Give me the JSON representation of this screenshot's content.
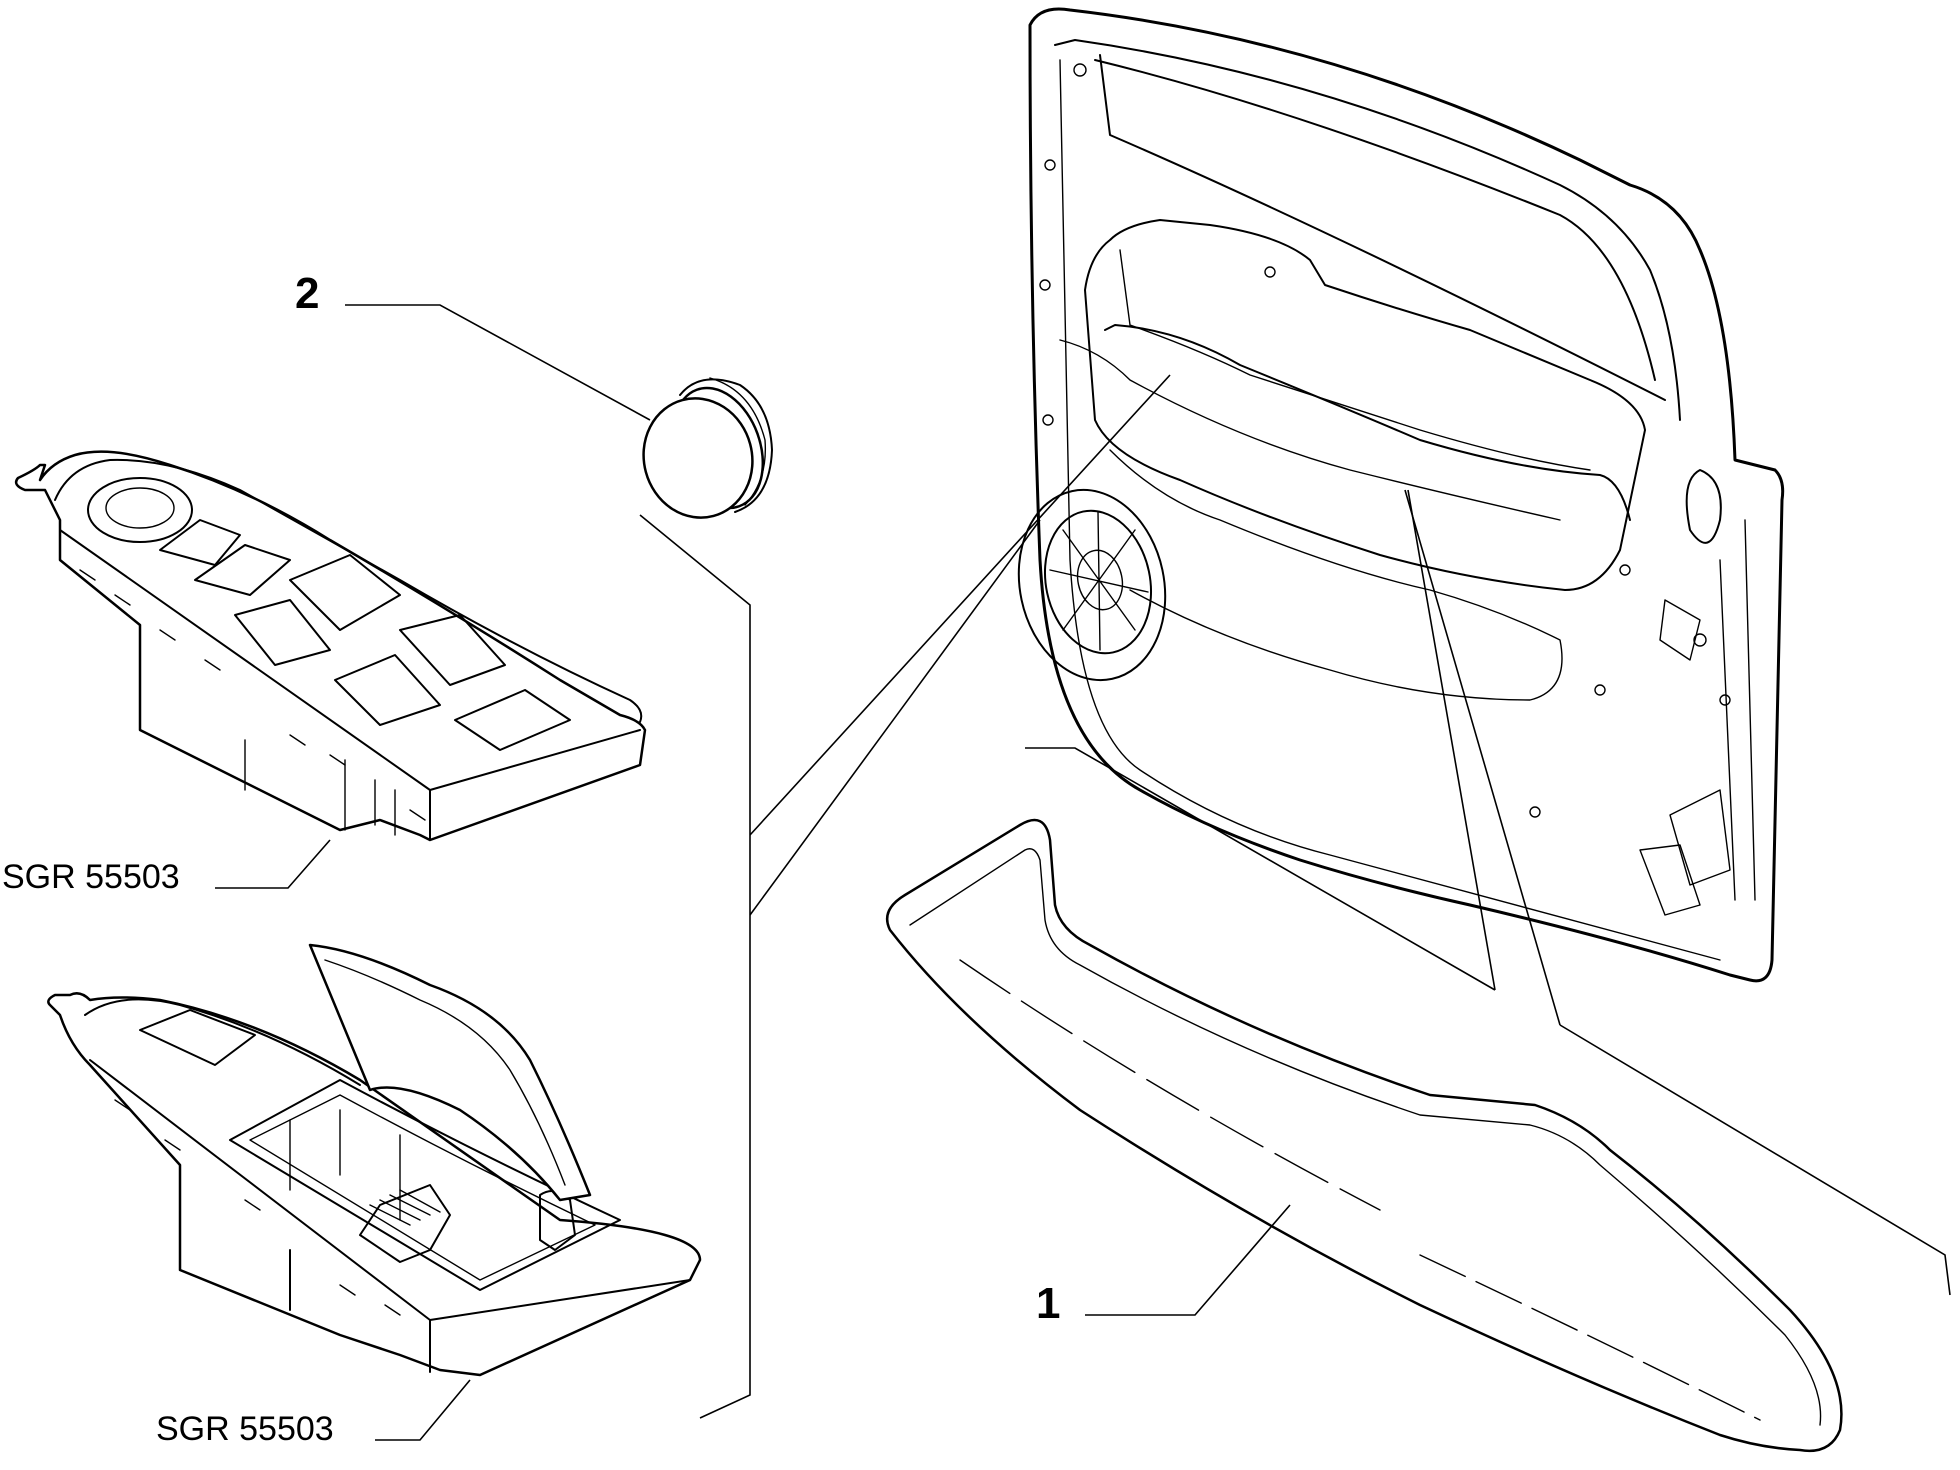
{
  "callouts": {
    "part1": "1",
    "part2": "2"
  },
  "references": {
    "upper_switch": "SGR 55503",
    "lower_switch": "SGR 55503"
  },
  "icons": [
    "door-panel-drawing",
    "armrest-trim-drawing",
    "cap-plug-drawing",
    "window-switch-panel-drawing",
    "open-switch-housing-drawing"
  ]
}
